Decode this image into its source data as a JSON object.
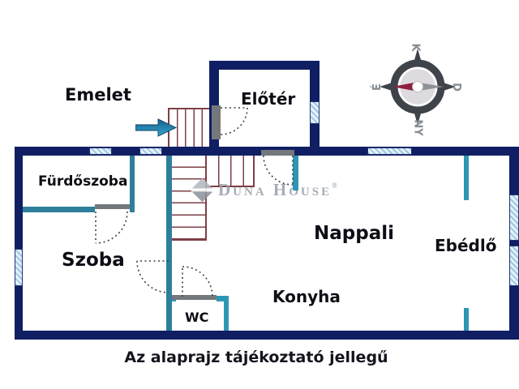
{
  "labels": {
    "emelet": "Emelet",
    "eloter": "Előtér",
    "furdoszoba": "Fürdőszoba",
    "szoba": "Szoba",
    "nappali": "Nappali",
    "ebedlo": "Ebédlő",
    "konyha": "Konyha",
    "wc": "WC"
  },
  "caption": "Az alaprajz tájékoztató jellegű",
  "compass": {
    "top": "K",
    "right": "D",
    "bottom": "NY",
    "left": "É"
  },
  "watermark": {
    "text": "Duna House",
    "registered": "®"
  },
  "colors": {
    "wall_navy": "#101f63",
    "interior_wall_teal": "#2e7f9b",
    "interior_wall_teal_light": "#2e96b5",
    "window_fill": "#cde3f2",
    "stair_outline": "#7e4046",
    "door_opening_gray": "#74787c",
    "arrow_blue": "#2a93c4",
    "compass_ring_gray": "#3f444b",
    "compass_needle_red": "#8e1f3c",
    "compass_needle_gray": "#8d9298",
    "watermark_gray": "#99a1ab"
  }
}
